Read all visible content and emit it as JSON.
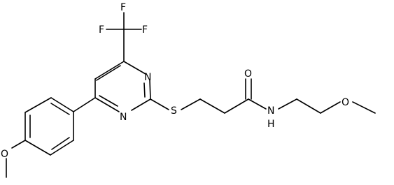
{
  "molecule": {
    "atoms": {
      "f1": "F",
      "f2": "F",
      "f3": "F",
      "n_ring_upper": "N",
      "n_ring_lower": "N",
      "s_thioether": "S",
      "o_carbonyl": "O",
      "n_amide": "N",
      "h_amide": "H",
      "o_methoxy_chain": "O",
      "o_methoxy_aryl": "O"
    }
  },
  "colors": {
    "bond": "#000000",
    "text": "#000000",
    "background": "#ffffff"
  }
}
